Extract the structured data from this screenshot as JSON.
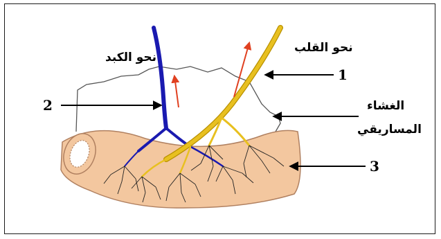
{
  "labels": {
    "toward_liver": "نحو الكبد",
    "toward_heart": "نحو القلب",
    "mesentery_line1": "الغشاء",
    "mesentery_line2": "المساريقي",
    "num1": "1",
    "num2": "2",
    "num3": "3"
  },
  "colors": {
    "vein": "#1a1ab0",
    "lymph": "#e8c020",
    "lymph_outline": "#b89000",
    "intestine": "#f3c79f",
    "intestine_outline": "#b08060",
    "arrow_flow": "#e04020",
    "capillaries": "#222222",
    "mesentery": "#555555",
    "frame": "#1a1a1a"
  },
  "icons": {
    "flow_arrow": "red-up-arrow",
    "pointer_arrow": "black-left-arrow"
  }
}
